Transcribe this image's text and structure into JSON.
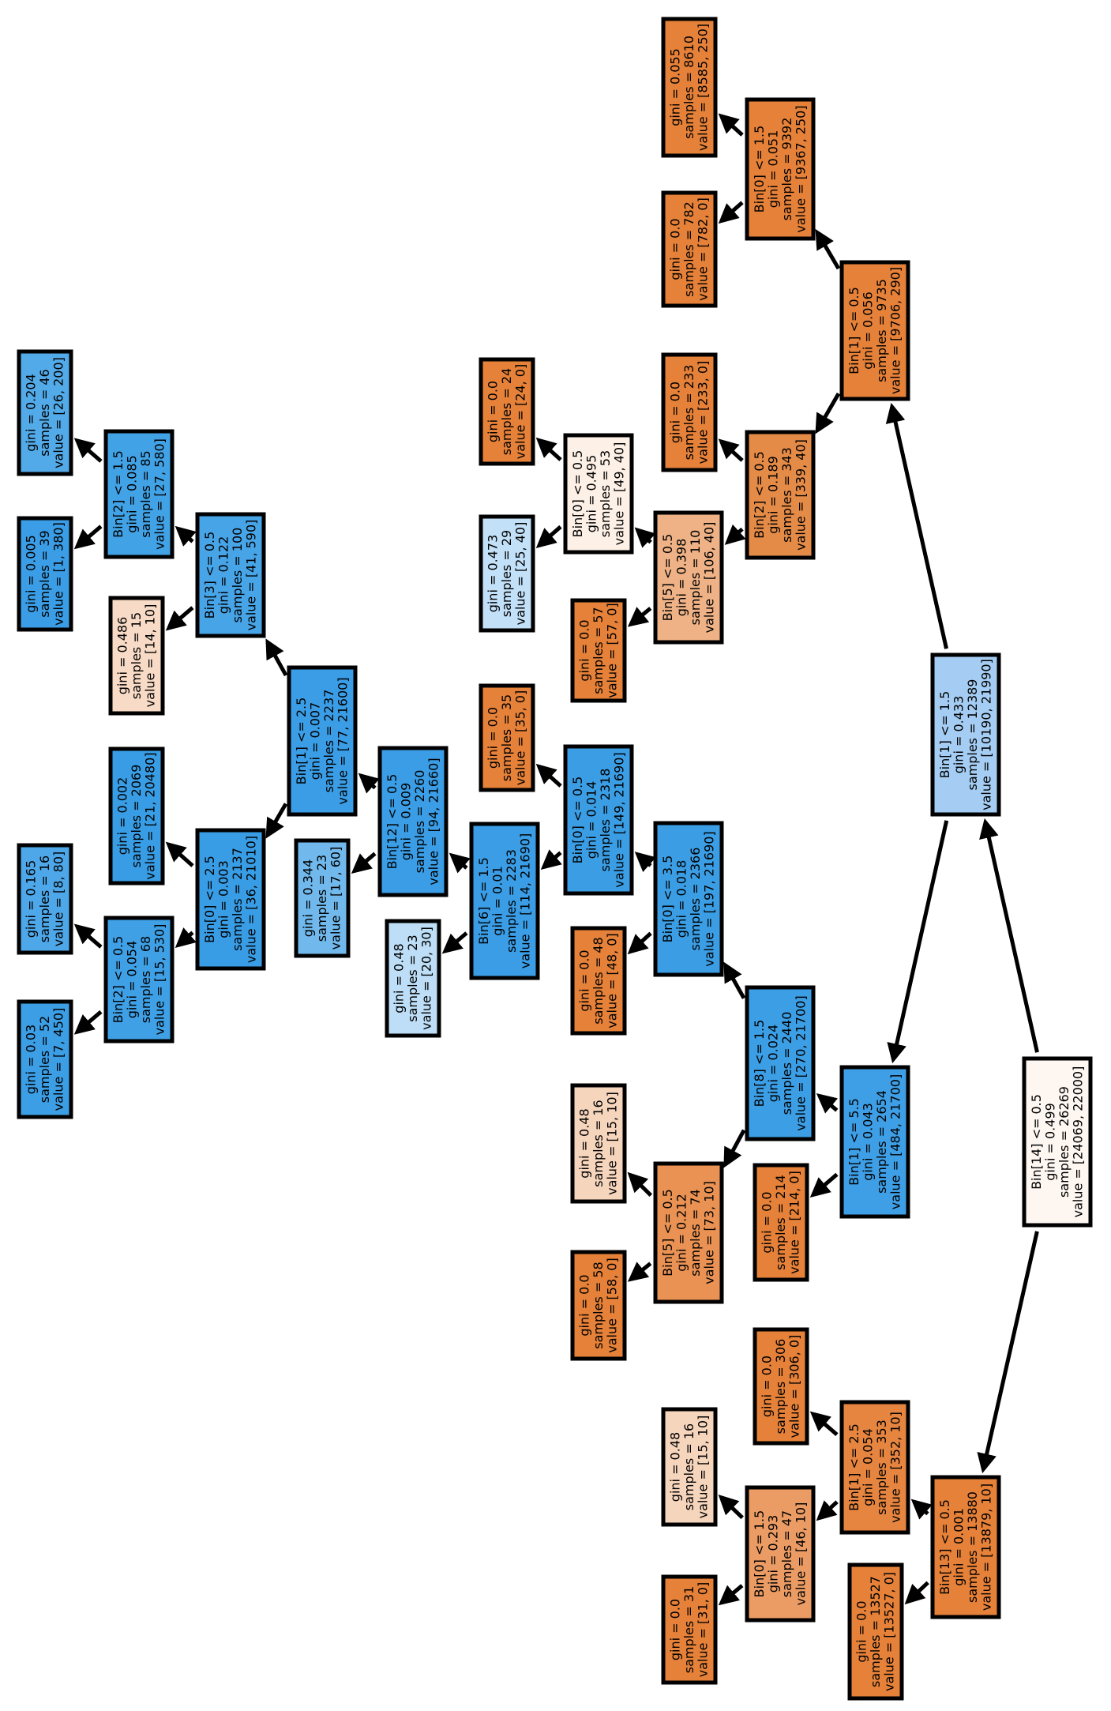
{
  "nodes": [
    {
      "id": "n0",
      "lines": [
        "Bin[14] <= 0.5",
        "gini = 0.499",
        "samples = 26269",
        "value = [24069, 22000]"
      ],
      "fill": "#fdf6f1"
    },
    {
      "id": "n1",
      "lines": [
        "Bin[1] <= 1.5",
        "gini = 0.433",
        "samples = 12389",
        "value = [10190, 21990]"
      ],
      "fill": "#a5cdf3"
    },
    {
      "id": "n2",
      "lines": [
        "Bin[1] <= 0.5",
        "gini = 0.056",
        "samples = 9735",
        "value = [9706, 290]"
      ],
      "fill": "#e58139"
    },
    {
      "id": "n3",
      "lines": [
        "Bin[0] <= 1.5",
        "gini = 0.051",
        "samples = 9392",
        "value = [9367, 250]"
      ],
      "fill": "#e58139"
    },
    {
      "id": "n4",
      "lines": [
        "gini = 0.055",
        "samples = 8610",
        "value = [8585, 250]"
      ],
      "fill": "#e58139"
    },
    {
      "id": "n5",
      "lines": [
        "gini = 0.0",
        "samples = 782",
        "value = [782, 0]"
      ],
      "fill": "#e58139"
    },
    {
      "id": "n6",
      "lines": [
        "Bin[2] <= 0.5",
        "gini = 0.189",
        "samples = 343",
        "value = [339, 40]"
      ],
      "fill": "#e58b48"
    },
    {
      "id": "n7",
      "lines": [
        "gini = 0.0",
        "samples = 233",
        "value = [233, 0]"
      ],
      "fill": "#e58139"
    },
    {
      "id": "n8",
      "lines": [
        "Bin[5] <= 0.5",
        "gini = 0.398",
        "samples = 110",
        "value = [106, 40]"
      ],
      "fill": "#eeb286"
    },
    {
      "id": "n9",
      "lines": [
        "Bin[0] <= 0.5",
        "gini = 0.495",
        "samples = 53",
        "value = [49, 40]"
      ],
      "fill": "#fdf0e6"
    },
    {
      "id": "n10",
      "lines": [
        "gini = 0.0",
        "samples = 24",
        "value = [24, 0]"
      ],
      "fill": "#e58139"
    },
    {
      "id": "n11",
      "lines": [
        "gini = 0.473",
        "samples = 29",
        "value = [25, 40]"
      ],
      "fill": "#c2e0f8"
    },
    {
      "id": "n12",
      "lines": [
        "gini = 0.0",
        "samples = 57",
        "value = [57, 0]"
      ],
      "fill": "#e58139"
    },
    {
      "id": "n13",
      "lines": [
        "Bin[1] <= 5.5",
        "gini = 0.043",
        "samples = 2654",
        "value = [484, 21700]"
      ],
      "fill": "#3e9fe6"
    },
    {
      "id": "n14",
      "lines": [
        "Bin[8] <= 1.5",
        "gini = 0.024",
        "samples = 2440",
        "value = [270, 21700]"
      ],
      "fill": "#3c9ee5"
    },
    {
      "id": "n15",
      "lines": [
        "Bin[0] <= 3.5",
        "gini = 0.018",
        "samples = 2366",
        "value = [197, 21690]"
      ],
      "fill": "#3b9ee5"
    },
    {
      "id": "n16",
      "lines": [
        "Bin[0] <= 0.5",
        "gini = 0.014",
        "samples = 2318",
        "value = [149, 21690]"
      ],
      "fill": "#3b9ee5"
    },
    {
      "id": "n17",
      "lines": [
        "gini = 0.0",
        "samples = 35",
        "value = [35, 0]"
      ],
      "fill": "#e58139"
    },
    {
      "id": "n18",
      "lines": [
        "Bin[6] <= 1.5",
        "gini = 0.01",
        "samples = 2283",
        "value = [114, 21690]"
      ],
      "fill": "#3a9de5"
    },
    {
      "id": "n19",
      "lines": [
        "Bin[12] <= 0.5",
        "gini = 0.009",
        "samples = 2260",
        "value = [94, 21660]"
      ],
      "fill": "#3a9de5"
    },
    {
      "id": "n20",
      "lines": [
        "Bin[1] <= 2.5",
        "gini = 0.007",
        "samples = 2237",
        "value = [77, 21600]"
      ],
      "fill": "#3a9de5"
    },
    {
      "id": "n21",
      "lines": [
        "Bin[3] <= 0.5",
        "gini = 0.122",
        "samples = 100",
        "value = [41, 590]"
      ],
      "fill": "#47a4e7"
    },
    {
      "id": "n22",
      "lines": [
        "Bin[2] <= 1.5",
        "gini = 0.085",
        "samples = 85",
        "value = [27, 580]"
      ],
      "fill": "#42a2e6"
    },
    {
      "id": "n23",
      "lines": [
        "gini = 0.204",
        "samples = 46",
        "value = [26, 200]"
      ],
      "fill": "#53aae8"
    },
    {
      "id": "n24",
      "lines": [
        "gini = 0.005",
        "samples = 39",
        "value = [1, 380]"
      ],
      "fill": "#3a9de5"
    },
    {
      "id": "n25",
      "lines": [
        "gini = 0.486",
        "samples = 15",
        "value = [14, 10]"
      ],
      "fill": "#f8dbc6"
    },
    {
      "id": "n26",
      "lines": [
        "Bin[0] <= 2.5",
        "gini = 0.003",
        "samples = 2137",
        "value = [36, 21010]"
      ],
      "fill": "#399de5"
    },
    {
      "id": "n27",
      "lines": [
        "gini = 0.002",
        "samples = 2069",
        "value = [21, 20480]"
      ],
      "fill": "#399de5"
    },
    {
      "id": "n28",
      "lines": [
        "Bin[2] <= 0.5",
        "gini = 0.054",
        "samples = 68",
        "value = [15, 530]"
      ],
      "fill": "#3fa0e6"
    },
    {
      "id": "n29",
      "lines": [
        "gini = 0.165",
        "samples = 16",
        "value = [8, 80]"
      ],
      "fill": "#4da7e8"
    },
    {
      "id": "n30",
      "lines": [
        "gini = 0.03",
        "samples = 52",
        "value = [7, 450]"
      ],
      "fill": "#3c9ee5"
    },
    {
      "id": "n31",
      "lines": [
        "gini = 0.344",
        "samples = 23",
        "value = [17, 60]"
      ],
      "fill": "#71b9ec"
    },
    {
      "id": "n32",
      "lines": [
        "gini = 0.48",
        "samples = 23",
        "value = [20, 30]"
      ],
      "fill": "#bddef6"
    },
    {
      "id": "n33",
      "lines": [
        "gini = 0.0",
        "samples = 48",
        "value = [48, 0]"
      ],
      "fill": "#e58139"
    },
    {
      "id": "n34",
      "lines": [
        "Bin[5] <= 0.5",
        "gini = 0.212",
        "samples = 74",
        "value = [73, 10]"
      ],
      "fill": "#e99254"
    },
    {
      "id": "n35",
      "lines": [
        "gini = 0.48",
        "samples = 16",
        "value = [15, 10]"
      ],
      "fill": "#f6d5bd"
    },
    {
      "id": "n36",
      "lines": [
        "gini = 0.0",
        "samples = 58",
        "value = [58, 0]"
      ],
      "fill": "#e58139"
    },
    {
      "id": "n37",
      "lines": [
        "gini = 0.0",
        "samples = 214",
        "value = [214, 0]"
      ],
      "fill": "#e58139"
    },
    {
      "id": "n38",
      "lines": [
        "Bin[13] <= 0.5",
        "gini = 0.001",
        "samples = 13880",
        "value = [13879, 10]"
      ],
      "fill": "#e58139"
    },
    {
      "id": "n39",
      "lines": [
        "Bin[1] <= 2.5",
        "gini = 0.054",
        "samples = 353",
        "value = [352, 10]"
      ],
      "fill": "#e6853f"
    },
    {
      "id": "n40",
      "lines": [
        "gini = 0.0",
        "samples = 306",
        "value = [306, 0]"
      ],
      "fill": "#e58139"
    },
    {
      "id": "n41",
      "lines": [
        "Bin[0] <= 1.5",
        "gini = 0.293",
        "samples = 47",
        "value = [46, 10]"
      ],
      "fill": "#eb9c64"
    },
    {
      "id": "n42",
      "lines": [
        "gini = 0.48",
        "samples = 16",
        "value = [15, 10]"
      ],
      "fill": "#f6d5bd"
    },
    {
      "id": "n43",
      "lines": [
        "gini = 0.0",
        "samples = 31",
        "value = [31, 0]"
      ],
      "fill": "#e58139"
    },
    {
      "id": "n44",
      "lines": [
        "gini = 0.0",
        "samples = 13527",
        "value = [13527, 0]"
      ],
      "fill": "#e58139"
    }
  ],
  "edges": [
    [
      "n0",
      "n1"
    ],
    [
      "n0",
      "n38"
    ],
    [
      "n1",
      "n2"
    ],
    [
      "n1",
      "n13"
    ],
    [
      "n2",
      "n3"
    ],
    [
      "n2",
      "n6"
    ],
    [
      "n3",
      "n4"
    ],
    [
      "n3",
      "n5"
    ],
    [
      "n6",
      "n7"
    ],
    [
      "n6",
      "n8"
    ],
    [
      "n8",
      "n9"
    ],
    [
      "n8",
      "n12"
    ],
    [
      "n9",
      "n10"
    ],
    [
      "n9",
      "n11"
    ],
    [
      "n13",
      "n14"
    ],
    [
      "n13",
      "n37"
    ],
    [
      "n14",
      "n15"
    ],
    [
      "n14",
      "n34"
    ],
    [
      "n15",
      "n16"
    ],
    [
      "n15",
      "n33"
    ],
    [
      "n16",
      "n17"
    ],
    [
      "n16",
      "n18"
    ],
    [
      "n18",
      "n19"
    ],
    [
      "n18",
      "n32"
    ],
    [
      "n19",
      "n20"
    ],
    [
      "n19",
      "n31"
    ],
    [
      "n20",
      "n21"
    ],
    [
      "n20",
      "n26"
    ],
    [
      "n21",
      "n22"
    ],
    [
      "n21",
      "n25"
    ],
    [
      "n22",
      "n23"
    ],
    [
      "n22",
      "n24"
    ],
    [
      "n26",
      "n27"
    ],
    [
      "n26",
      "n28"
    ],
    [
      "n28",
      "n29"
    ],
    [
      "n28",
      "n30"
    ],
    [
      "n34",
      "n35"
    ],
    [
      "n34",
      "n36"
    ],
    [
      "n38",
      "n39"
    ],
    [
      "n38",
      "n44"
    ],
    [
      "n39",
      "n40"
    ],
    [
      "n39",
      "n41"
    ],
    [
      "n41",
      "n42"
    ],
    [
      "n41",
      "n43"
    ]
  ]
}
